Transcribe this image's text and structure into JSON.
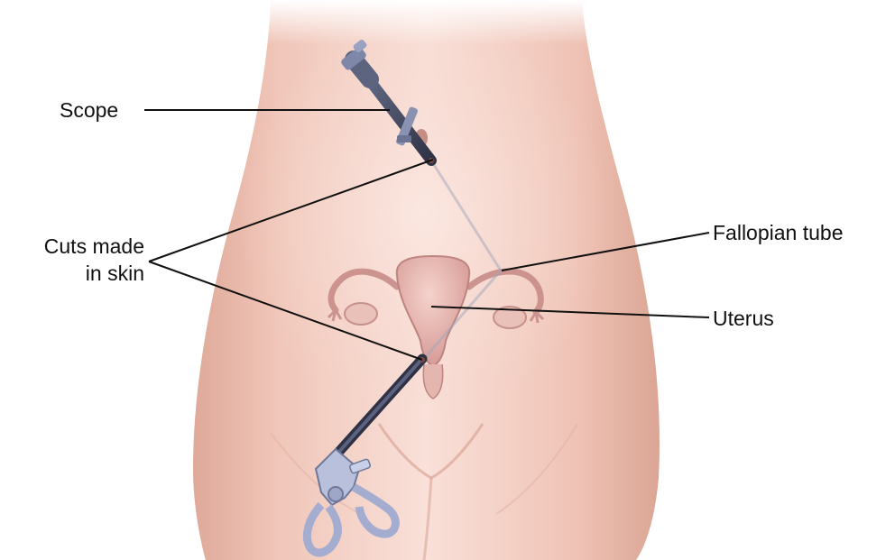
{
  "labels": {
    "scope": "Scope",
    "cuts_line1": "Cuts made",
    "cuts_line2": "in skin",
    "fallopian_tube": "Fallopian tube",
    "uterus": "Uterus"
  },
  "colors": {
    "skin_light": "#f8dcd4",
    "skin_mid": "#efc1b4",
    "skin_shadow": "#d9a090",
    "organ": "#e8b4b0",
    "organ_shadow": "#c98a88",
    "instrument_metal": "#9fa8c8",
    "instrument_dark": "#4a5068",
    "leader_line": "#111111"
  }
}
